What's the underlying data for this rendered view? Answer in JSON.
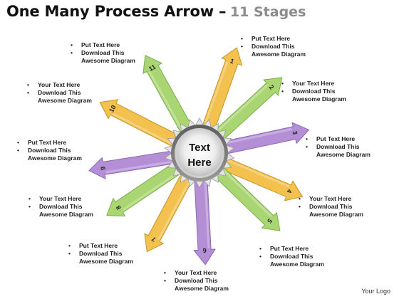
{
  "title": {
    "main": "One Many Process Arrow –",
    "sub": "11 Stages"
  },
  "center": {
    "line1": "Text",
    "line2": "Here"
  },
  "colors": {
    "yellow": "#f2c14e",
    "yellow_dark": "#c9952a",
    "green": "#a9d672",
    "green_dark": "#7aae4b",
    "purple": "#b48fd6",
    "purple_dark": "#8d67b4"
  },
  "stages": [
    {
      "number": "1",
      "color": "yellow"
    },
    {
      "number": "2",
      "color": "green"
    },
    {
      "number": "3",
      "color": "purple"
    },
    {
      "number": "4",
      "color": "yellow"
    },
    {
      "number": "5",
      "color": "green"
    },
    {
      "number": "6",
      "color": "purple"
    },
    {
      "number": "7",
      "color": "yellow"
    },
    {
      "number": "8",
      "color": "green"
    },
    {
      "number": "9",
      "color": "purple"
    },
    {
      "number": "10",
      "color": "yellow"
    },
    {
      "number": "11",
      "color": "green"
    }
  ],
  "notes": [
    {
      "lines": [
        "Put Text  Here",
        "Download This",
        "Awesome Diagram"
      ]
    },
    {
      "lines": [
        "Your Text  Here",
        "Download This",
        "Awesome Diagram"
      ]
    },
    {
      "lines": [
        "Put Text  Here",
        "Download This",
        "Awesome Diagram"
      ]
    },
    {
      "lines": [
        "Your Text  Here",
        "Download This",
        "Awesome Diagram"
      ]
    },
    {
      "lines": [
        "Put Text  Here",
        "Download This",
        "Awesome Diagram"
      ]
    },
    {
      "lines": [
        "Your Text  Here",
        "Download This",
        "Awesome Diagram"
      ]
    },
    {
      "lines": [
        "Put Text  Here",
        "Download This",
        "Awesome Diagram"
      ]
    },
    {
      "lines": [
        "Your Text  Here",
        "Download This",
        "Awesome Diagram"
      ]
    },
    {
      "lines": [
        "Put Text  Here",
        "Download This",
        "Awesome Diagram"
      ]
    },
    {
      "lines": [
        "Your Text  Here",
        "Download This",
        "Awesome Diagram"
      ]
    },
    {
      "lines": [
        "Put Text  Here",
        "Download This",
        "Awesome Diagram"
      ]
    }
  ],
  "footer": "Your Logo"
}
